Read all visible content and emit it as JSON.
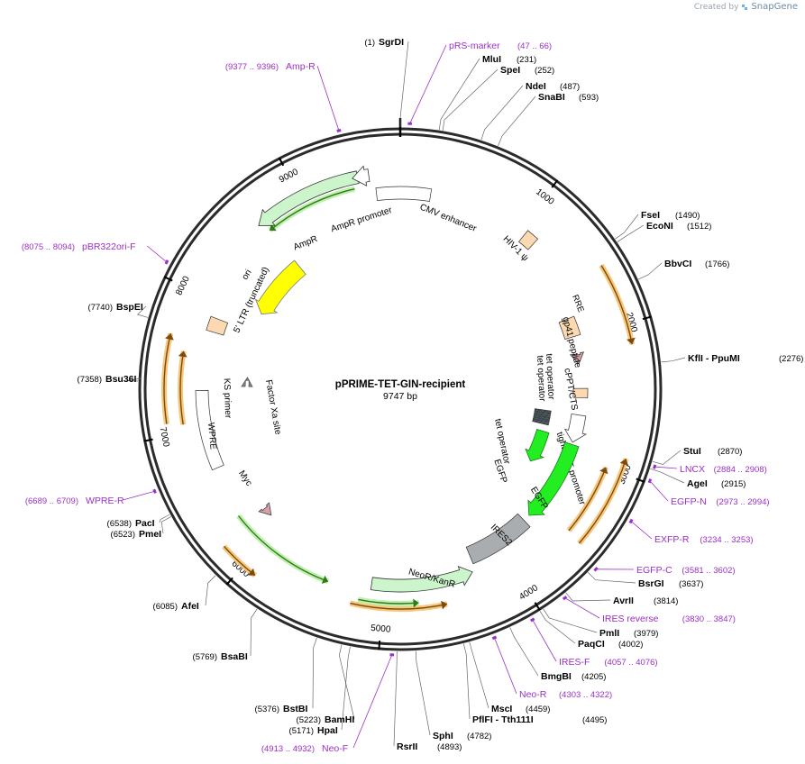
{
  "credit": {
    "prefix": "Created by",
    "brand": "SnapGene"
  },
  "plasmid": {
    "name": "pPRIME-TET-GIN-recipient",
    "length_label": "9747 bp",
    "length": 9747
  },
  "ticks": [
    {
      "label": "1000",
      "pos": 1000
    },
    {
      "label": "2000",
      "pos": 2000
    },
    {
      "label": "3000",
      "pos": 3000
    },
    {
      "label": "4000",
      "pos": 4000
    },
    {
      "label": "5000",
      "pos": 5000
    },
    {
      "label": "6000",
      "pos": 6000
    },
    {
      "label": "7000",
      "pos": 7000
    },
    {
      "label": "8000",
      "pos": 8000
    },
    {
      "label": "9000",
      "pos": 9000
    }
  ],
  "sites": [
    {
      "name": "SgrDI",
      "pos": "(1)",
      "bp": 1,
      "side": "L"
    },
    {
      "name": "MluI",
      "pos": "(231)",
      "bp": 231,
      "side": "R"
    },
    {
      "name": "SpeI",
      "pos": "(252)",
      "bp": 252,
      "side": "R"
    },
    {
      "name": "NdeI",
      "pos": "(487)",
      "bp": 487,
      "side": "R"
    },
    {
      "name": "SnaBI",
      "pos": "(593)",
      "bp": 593,
      "side": "R"
    },
    {
      "name": "FseI",
      "pos": "(1490)",
      "bp": 1490,
      "side": "R"
    },
    {
      "name": "EcoNI",
      "pos": "(1512)",
      "bp": 1512,
      "side": "R"
    },
    {
      "name": "BbvCI",
      "pos": "(1766)",
      "bp": 1766,
      "side": "R"
    },
    {
      "name": "KflI  - PpuMI",
      "pos": "(2276)",
      "bp": 2276,
      "side": "R"
    },
    {
      "name": "StuI",
      "pos": "(2870)",
      "bp": 2870,
      "side": "R"
    },
    {
      "name": "AgeI",
      "pos": "(2915)",
      "bp": 2915,
      "side": "R"
    },
    {
      "name": "BsrGI",
      "pos": "(3637)",
      "bp": 3637,
      "side": "R"
    },
    {
      "name": "AvrII",
      "pos": "(3814)",
      "bp": 3814,
      "side": "R"
    },
    {
      "name": "PmlI",
      "pos": "(3979)",
      "bp": 3979,
      "side": "R"
    },
    {
      "name": "PaqCI",
      "pos": "(4002)",
      "bp": 4002,
      "side": "R"
    },
    {
      "name": "BmgBI",
      "pos": "(4205)",
      "bp": 4205,
      "side": "R"
    },
    {
      "name": "MscI",
      "pos": "(4459)",
      "bp": 4459,
      "side": "R"
    },
    {
      "name": "PflFI  - Tth111I",
      "pos": "(4495)",
      "bp": 4495,
      "side": "R"
    },
    {
      "name": "SphI",
      "pos": "(4782)",
      "bp": 4782,
      "side": "R"
    },
    {
      "name": "RsrII",
      "pos": "(4893)",
      "bp": 4893,
      "side": "R"
    },
    {
      "name": "HpaI",
      "pos": "(5171)",
      "bp": 5171,
      "side": "L"
    },
    {
      "name": "BamHI",
      "pos": "(5223)",
      "bp": 5223,
      "side": "L"
    },
    {
      "name": "BstBI",
      "pos": "(5376)",
      "bp": 5376,
      "side": "L"
    },
    {
      "name": "BsaBI",
      "pos": "(5769)",
      "bp": 5769,
      "side": "L"
    },
    {
      "name": "AfeI",
      "pos": "(6085)",
      "bp": 6085,
      "side": "L"
    },
    {
      "name": "PmeI",
      "pos": "(6523)",
      "bp": 6523,
      "side": "L"
    },
    {
      "name": "PacI",
      "pos": "(6538)",
      "bp": 6538,
      "side": "L"
    },
    {
      "name": "Bsu36I",
      "pos": "(7358)",
      "bp": 7358,
      "side": "L"
    },
    {
      "name": "BspEI",
      "pos": "(7740)",
      "bp": 7740,
      "side": "L"
    }
  ],
  "primers": [
    {
      "name": "pRS-marker",
      "range": "(47 .. 66)",
      "bp": 56,
      "side": "R"
    },
    {
      "name": "LNCX",
      "range": "(2884 .. 2908)",
      "bp": 2896,
      "side": "R"
    },
    {
      "name": "EGFP-N",
      "range": "(2973 .. 2994)",
      "bp": 2983,
      "side": "R"
    },
    {
      "name": "EXFP-R",
      "range": "(3234 .. 3253)",
      "bp": 3243,
      "side": "R"
    },
    {
      "name": "EGFP-C",
      "range": "(3581 .. 3602)",
      "bp": 3591,
      "side": "R"
    },
    {
      "name": "IRES reverse",
      "range": "(3830 .. 3847)",
      "bp": 3838,
      "side": "R"
    },
    {
      "name": "IRES-F",
      "range": "(4057 .. 4076)",
      "bp": 4066,
      "side": "R"
    },
    {
      "name": "Neo-R",
      "range": "(4303 .. 4322)",
      "bp": 4312,
      "side": "R"
    },
    {
      "name": "Neo-F",
      "range": "(4913 .. 4932)",
      "bp": 4922,
      "side": "L"
    },
    {
      "name": "WPRE-R",
      "range": "(6689 .. 6709)",
      "bp": 6699,
      "side": "L"
    },
    {
      "name": "pBR322ori-F",
      "range": "(8075 .. 8094)",
      "bp": 8084,
      "side": "L"
    },
    {
      "name": "Amp-R",
      "range": "(9377 .. 9396)",
      "bp": 9386,
      "side": "L"
    }
  ],
  "features": [
    {
      "label": "CMV enhancer"
    },
    {
      "label": "HIV-1 ψ"
    },
    {
      "label": "RRE"
    },
    {
      "label": "gp41 peptide"
    },
    {
      "label": "cPPT/CTS"
    },
    {
      "label": "tet operator"
    },
    {
      "label": "tet operator"
    },
    {
      "label": "tet operator"
    },
    {
      "label": "EGFP"
    },
    {
      "label": "tight TRE promoter"
    },
    {
      "label": "EGFP"
    },
    {
      "label": "IRES2"
    },
    {
      "label": "NeoR/KanR"
    },
    {
      "label": "Myc"
    },
    {
      "label": "WPRE"
    },
    {
      "label": "KS primer"
    },
    {
      "label": "Factor Xa site"
    },
    {
      "label": "5' LTR (truncated)"
    },
    {
      "label": "ori"
    },
    {
      "label": "AmpR"
    },
    {
      "label": "AmpR promoter"
    }
  ],
  "colors": {
    "backbone": "#2b2b2b",
    "orange": "#f5a623",
    "green_arc": "#5db33c",
    "primer": "#9b30c8",
    "egfp": "#22ee22",
    "pale_green": "#ccf5cc",
    "yellow": "#ffff00",
    "peach": "#fcd9b0",
    "gray": "#a9adb0"
  }
}
